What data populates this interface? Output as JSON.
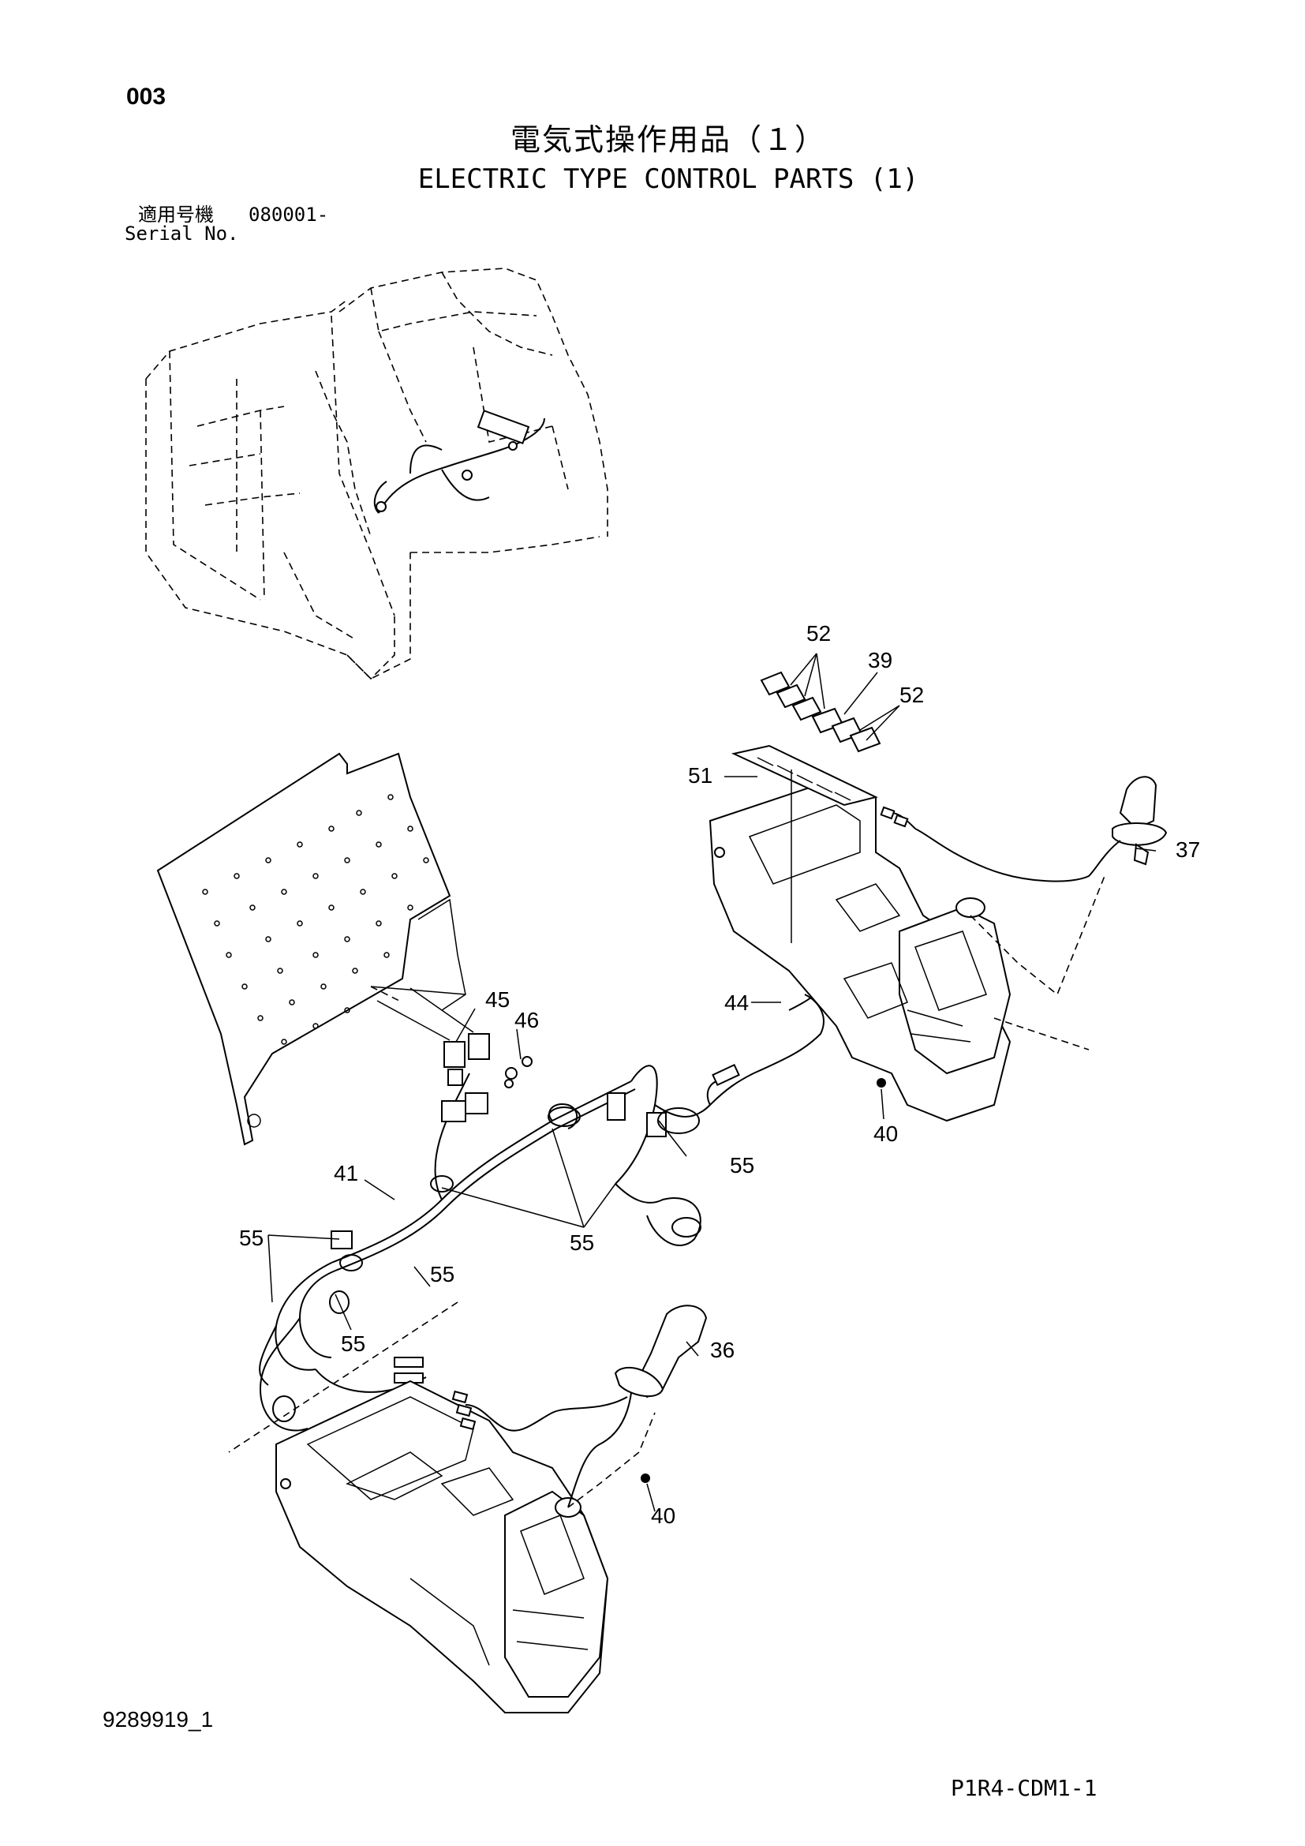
{
  "header": {
    "page_number": "003",
    "title_jp": "電気式操作用品（１）",
    "title_en": "ELECTRIC TYPE CONTROL PARTS (1)",
    "serial_label_jp": "適用号機",
    "serial_number": "080001-",
    "serial_label_en": "Serial No."
  },
  "callouts": {
    "c52a": "52",
    "c39": "39",
    "c52b": "52",
    "c51": "51",
    "c37": "37",
    "c45": "45",
    "c46": "46",
    "c44": "44",
    "c40a": "40",
    "c55a": "55",
    "c41": "41",
    "c55b": "55",
    "c55c": "55",
    "c55d": "55",
    "c55e": "55",
    "c36": "36",
    "c40b": "40"
  },
  "footer": {
    "doc_code": "9289919_1",
    "page_ref": "P1R4-CDM1-1"
  }
}
